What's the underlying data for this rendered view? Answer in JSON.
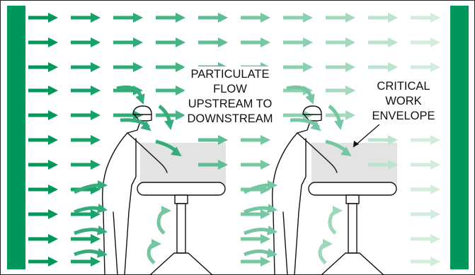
{
  "labels": {
    "flow": [
      "PARTICULATE",
      "FLOW",
      "UPSTREAM TO",
      "DOWNSTREAM"
    ],
    "envelope": [
      "CRITICAL",
      "WORK",
      "ENVELOPE"
    ]
  },
  "colors": {
    "wall": "#00985a",
    "arrow_dark": "#00985a",
    "arrow_light": "#d4ecdb",
    "envelope": "#e3e3e3",
    "outline": "#111111",
    "background": "#ffffff"
  },
  "icons": [
    "filter-wall",
    "airflow-arrow",
    "curved-airflow-arrow",
    "recirculation-arrow",
    "worker-figure",
    "workbench-table"
  ]
}
